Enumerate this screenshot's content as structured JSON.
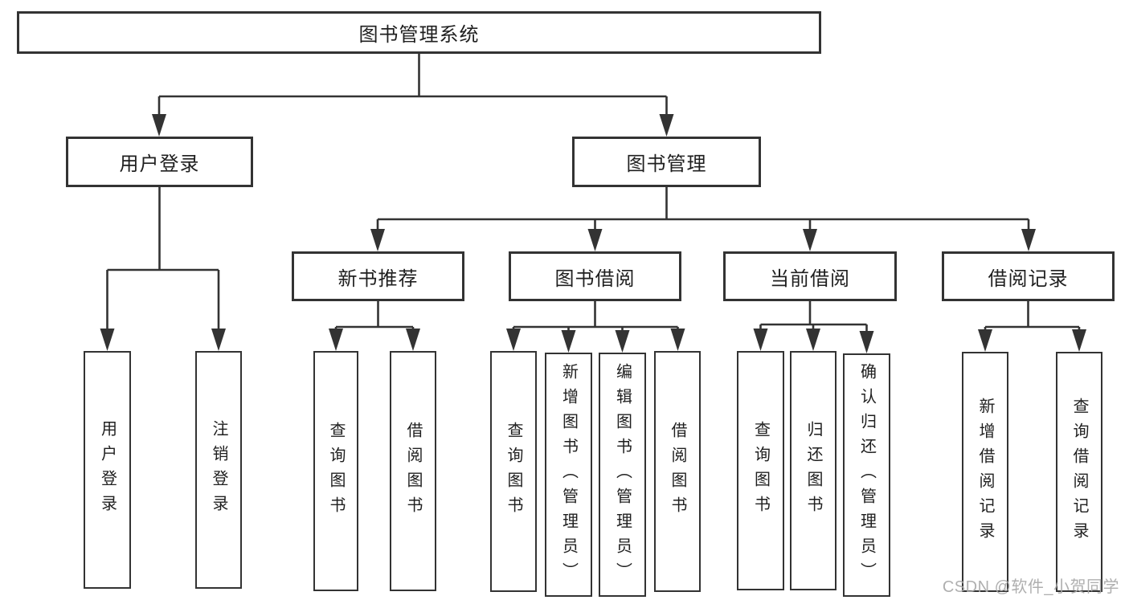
{
  "nodes": {
    "root": "图书管理系统",
    "level2": {
      "user_login": "用户登录",
      "book_management": "图书管理"
    },
    "level3": {
      "new_book_recommend": "新书推荐",
      "book_borrow": "图书借阅",
      "current_borrow": "当前借阅",
      "borrow_records": "借阅记录"
    },
    "leaves": {
      "user_login": [
        "用户登录",
        "注销登录"
      ],
      "new_book_recommend": [
        "查询图书",
        "借阅图书"
      ],
      "book_borrow": [
        "查询图书",
        "新增图书（管理员）",
        "编辑图书（管理员）",
        "借阅图书"
      ],
      "current_borrow": [
        "查询图书",
        "归还图书",
        "确认归还（管理员）"
      ],
      "borrow_records": [
        "新增借阅记录",
        "查询借阅记录"
      ]
    }
  },
  "watermark": "CSDN @软件_小贺同学",
  "colors": {
    "line": "#333333",
    "node_border": "#333333",
    "text": "#1f1f1f",
    "watermark": "#a8a8a8",
    "background": "#ffffff"
  }
}
